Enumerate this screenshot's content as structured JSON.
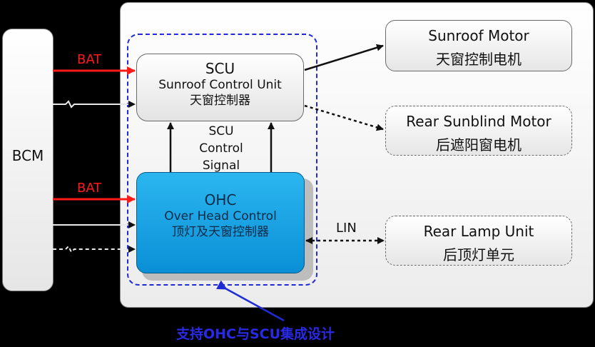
{
  "bcm": {
    "label": "BCM"
  },
  "scu": {
    "title": "SCU",
    "name_en": "Sunroof Control Unit",
    "name_cn": "天窗控制器"
  },
  "ohc": {
    "title": "OHC",
    "name_en": "Over Head Control",
    "name_cn": "顶灯及天窗控制器"
  },
  "control_signal": {
    "line1": "SCU",
    "line2": "Control",
    "line3": "Signal"
  },
  "sunroof_motor": {
    "name_en": "Sunroof Motor",
    "name_cn": "天窗控制电机"
  },
  "rear_sunblind_motor": {
    "name_en": "Rear Sunblind Motor",
    "name_cn": "后遮阳窗电机"
  },
  "rear_lamp_unit": {
    "name_en": "Rear Lamp Unit",
    "name_cn": "后顶灯单元"
  },
  "labels": {
    "bat_top": "BAT",
    "bat_bottom": "BAT",
    "lin": "LIN"
  },
  "caption": "支持OHC与SCU集成设计",
  "colors": {
    "power": "#ff1a1a",
    "frame": "#1f2bd6",
    "ohc_fill": "#1aa3e6",
    "background": "#000000"
  }
}
